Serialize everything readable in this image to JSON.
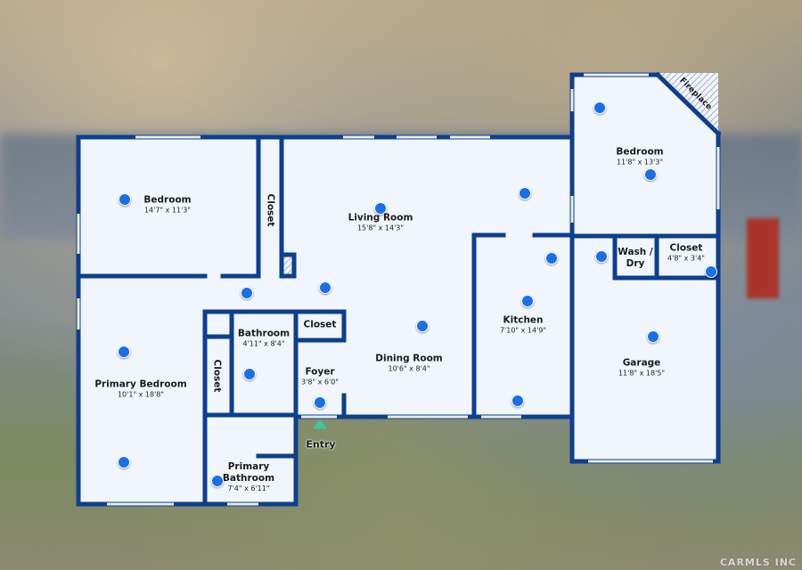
{
  "colors": {
    "wall": "#0d3f8f",
    "floor": "#f0f6fc",
    "marker": "#1a6fe6",
    "entry": "#3ec79b"
  },
  "rooms": [
    {
      "name": "Bedroom",
      "dim": "14'7\" x 11'3\""
    },
    {
      "name": "Closet",
      "dim": ""
    },
    {
      "name": "Living Room",
      "dim": "15'8\" x 14'3\""
    },
    {
      "name": "Bedroom",
      "dim": "11'8\" x 13'3\""
    },
    {
      "name": "Fireplace",
      "dim": ""
    },
    {
      "name": "Wash / Dry",
      "dim": ""
    },
    {
      "name": "Closet",
      "dim": "4'8\" x 3'4\""
    },
    {
      "name": "Kitchen",
      "dim": "7'10\" x 14'9\""
    },
    {
      "name": "Garage",
      "dim": "11'8\" x 18'5\""
    },
    {
      "name": "Closet",
      "dim": ""
    },
    {
      "name": "Bathroom",
      "dim": "4'11\" x 8'4\""
    },
    {
      "name": "Dining Room",
      "dim": "10'6\" x 8'4\""
    },
    {
      "name": "Foyer",
      "dim": "3'8\" x 6'0\""
    },
    {
      "name": "Primary Bedroom",
      "dim": "10'1\" x 18'8\""
    },
    {
      "name": "Closet",
      "dim": ""
    },
    {
      "name": "Primary Bathroom",
      "dim": "7'4\" x 6'11\""
    }
  ],
  "entry_label": "Entry",
  "watermark": "CARMLS INC"
}
